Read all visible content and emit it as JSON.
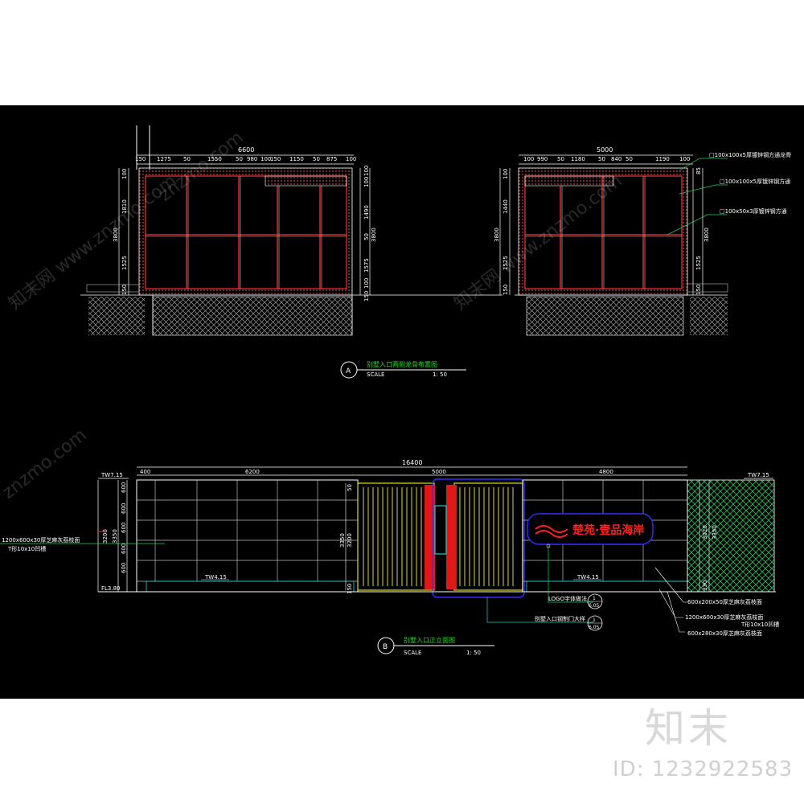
{
  "drawing": {
    "section_a": {
      "marker": "A",
      "title": "别墅入口两侧龙骨布置图",
      "scale_label": "SCALE",
      "scale_value": "1: 50"
    },
    "section_b": {
      "marker": "B",
      "title": "别墅入口正立面图",
      "scale_label": "SCALE",
      "scale_value": "1: 50"
    },
    "left_elevation": {
      "total_width": "6600",
      "segments": [
        "150",
        "1275",
        "50",
        "1550",
        "50",
        "980",
        "100",
        "150",
        "1150",
        "50",
        "875",
        "100"
      ],
      "left_dims": [
        "100",
        "1810",
        "3800",
        "1525",
        "150"
      ],
      "right_dims": [
        "100",
        "100",
        "1490",
        "50",
        "3800",
        "1575",
        "100",
        "150"
      ]
    },
    "right_elevation": {
      "total_width": "5000",
      "segments": [
        "100",
        "990",
        "50",
        "1180",
        "50",
        "840",
        "50",
        "1190",
        "100"
      ],
      "left_dims": [
        "100",
        "1440",
        "3800",
        "1525",
        "150"
      ],
      "right_dims": [
        "85",
        "3800",
        "1525",
        "150"
      ],
      "callouts": [
        "□100x100x5厚镀锌钢方通龙骨",
        "□100x100x5厚镀锌钢方通",
        "□100x50x3厚镀锌钢方通"
      ]
    },
    "front_elevation": {
      "total_width": "16400",
      "segments": [
        "400",
        "6200",
        "5000",
        "4800"
      ],
      "levels": {
        "top_left": "TW7.15",
        "top_right": "TW7.15",
        "floor": "FL3.80",
        "wall_left": "TW4.15",
        "wall_right": "TW4.15"
      },
      "left_dims": [
        "600",
        "600",
        "600",
        "600",
        "600",
        "3350",
        "3200"
      ],
      "right_dims": [
        "3020",
        "3350",
        "330"
      ],
      "mid_dims": [
        "3350",
        "3200",
        "150",
        "50"
      ],
      "sign_text": "楚苑·壹品海岸",
      "left_callout_1": "1200x600x30厚芝麻灰荔枝面",
      "left_callout_2": "T形10x10凹槽",
      "logo_callout": "LOGO字体做法",
      "gate_callout": "别墅入口钢制门大样",
      "detail_1": {
        "num": "1",
        "sheet": "6.05"
      },
      "detail_2": {
        "num": "1",
        "sheet": "6.05"
      },
      "right_callouts": [
        "600x200x50厚芝麻灰荔枝面",
        "1200x600x30厚芝麻灰荔枝面",
        "T形10x10凹槽",
        "600x280x30厚芝麻灰荔枝面"
      ]
    },
    "watermarks": [
      "知末网 www.znzmo.com",
      "znzmo.com",
      "知末网 www.znzmo.com",
      "znzmo.com"
    ]
  },
  "branding": {
    "logo_text": "知末",
    "image_id": "ID: 1232922583"
  },
  "colors": {
    "background": "#000000",
    "frame": "#ffffff",
    "red": "#ff2020",
    "gate_yellow": "#dede20",
    "cyan": "#20d0d0",
    "green_title": "#20e020",
    "blue": "#3030ff",
    "grid_grey": "#bcbcbc"
  }
}
